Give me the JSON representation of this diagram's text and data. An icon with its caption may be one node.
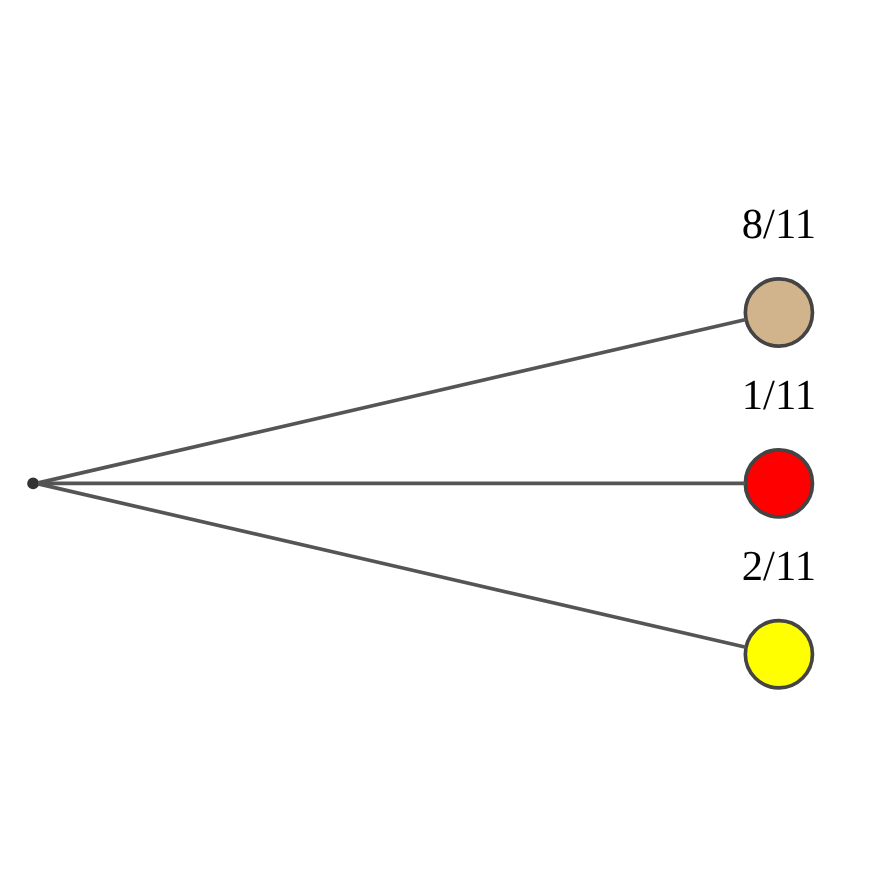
{
  "diagram": {
    "nodes": [
      {
        "text": [],
        "shape": "point"
      },
      {
        "text": [],
        "shape": "circle",
        "beside": [
          "8/11"
        ]
      },
      {
        "text": [],
        "shape": "circle",
        "beside": [
          "1/11"
        ]
      },
      {
        "text": [],
        "shape": "circle",
        "beside": [
          "2/11"
        ]
      }
    ],
    "edges": [
      {
        "from": 0,
        "to": 1,
        "arrow": "none"
      },
      {
        "from": 0,
        "to": 2,
        "arrow": "none"
      },
      {
        "from": 0,
        "to": 3,
        "arrow": "none"
      }
    ]
  }
}
